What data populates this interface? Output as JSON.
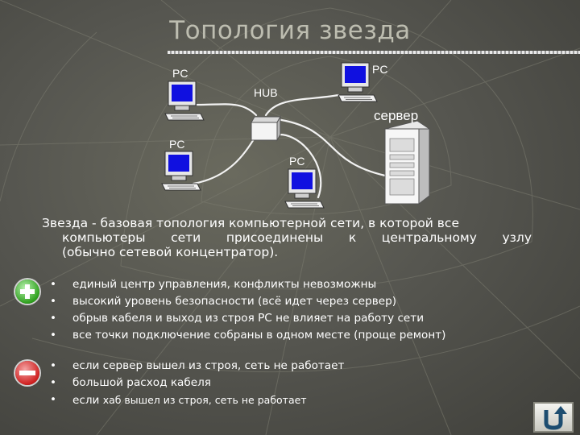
{
  "title": "Топология звезда",
  "diagram": {
    "pc_label": "PC",
    "hub_label": "HUB",
    "server_label": "сервер"
  },
  "description": {
    "line1": "Звезда - базовая топология компьютерной сети, в которой все",
    "line2": "компьютеры сети присоединены к центральному узлу",
    "line3": "(обычно сетевой концентратор)."
  },
  "advantages": {
    "icon": "plus-icon",
    "items": [
      "единый центр управления, конфликты невозможны",
      "высокий уровень безопасности (всё идет через сервер)",
      "обрыв кабеля и выход из строя PC не влияет на работу сети",
      "все точки подключение собраны в одном месте (проще ремонт)"
    ]
  },
  "disadvantages": {
    "icon": "minus-icon",
    "items": [
      "если сервер вышел из строя, сеть не работает",
      "большой расход кабеля"
    ],
    "last_item_a": "если ",
    "last_item_b": "хаб вышел из строя, сеть не работает"
  },
  "nav": {
    "icon": "return-arrow-icon"
  },
  "colors": {
    "background": "#56564f",
    "title": "#bdbdb0",
    "text": "#ffffff",
    "plus": "#2fa01e",
    "minus": "#d02020"
  }
}
